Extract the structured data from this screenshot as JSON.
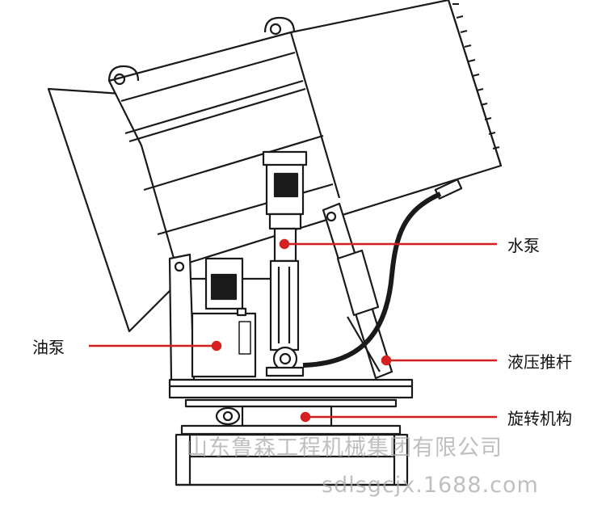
{
  "labels": {
    "water_pump": "水泵",
    "oil_pump": "油泵",
    "hydraulic_pusher": "液压推杆",
    "rotation_mechanism": "旋转机构"
  },
  "watermark": {
    "company": "山东鲁森工程机械集团有限公司",
    "site": "sdlsgcjx.1688.com"
  },
  "colors": {
    "pointer": "#d42020",
    "line": "#1a1a1a",
    "background": "#ffffff"
  }
}
